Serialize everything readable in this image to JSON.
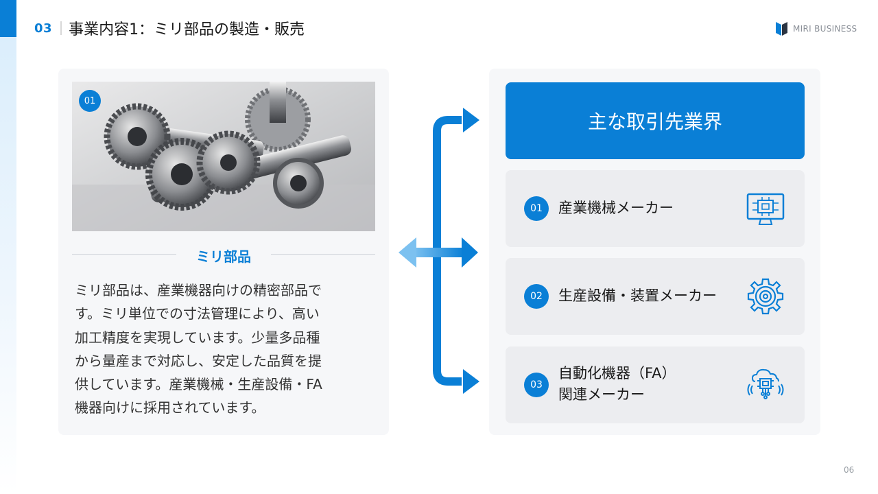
{
  "header": {
    "section_number": "03",
    "title": "事業内容1：ミリ部品の製造・販売"
  },
  "logo": {
    "name": "MIRI BUSINESS"
  },
  "product": {
    "badge": "01",
    "name": "ミリ部品",
    "description_lines": [
      "ミリ部品は、産業機器向けの精密部品で",
      "す。ミリ単位での寸法管理により、高い",
      "加工精度を実現しています。少量多品種",
      "から量産まで対応し、安定した品質を提",
      "供しています。産業機械・生産設備・FA",
      "機器向けに採用されています。"
    ]
  },
  "clients": {
    "title": "主な取引先業界",
    "industries": [
      {
        "num": "01",
        "label_lines": [
          "産業機械メーカー"
        ]
      },
      {
        "num": "02",
        "label_lines": [
          "生産設備・装置メーカー"
        ]
      },
      {
        "num": "03",
        "label_lines": [
          "自動化機器（FA）",
          "関連メーカー"
        ]
      }
    ]
  },
  "page": {
    "number": "06"
  },
  "colors": {
    "accent": "#0a7fd6",
    "card_bg": "#f6f7f9",
    "item_bg": "#ecedf0"
  }
}
